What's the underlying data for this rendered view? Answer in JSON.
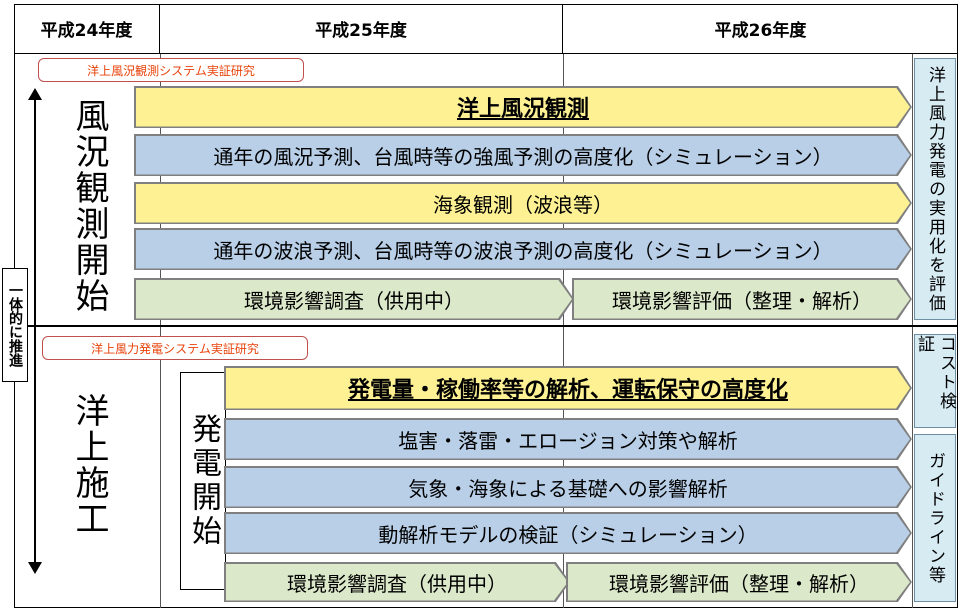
{
  "header": {
    "years": [
      "平成24年度",
      "平成25年度",
      "平成26年度"
    ]
  },
  "side_label": "一体的に推進",
  "section1": {
    "tag": "洋上風況観測システム実証研究",
    "title": "風況観測開始",
    "arrows": [
      {
        "text": "洋上風況観測",
        "color": "yellow",
        "emphasis": true
      },
      {
        "text": "通年の風況予測、台風時等の強風予測の高度化（シミュレーション）",
        "color": "blue"
      },
      {
        "text": "海象観測（波浪等）",
        "color": "yellow"
      },
      {
        "text": "通年の波浪予測、台風時等の波浪予測の高度化（シミュレーション）",
        "color": "blue"
      },
      {
        "text": "環境影響調査（供用中）",
        "color": "green"
      },
      {
        "text": "環境影響評価（整理・解析）",
        "color": "green"
      }
    ],
    "result": "洋上風力発電の実用化を評価"
  },
  "section2": {
    "tag": "洋上風力発電システム実証研究",
    "title": "洋上施工",
    "start_label": "発電開始",
    "arrows": [
      {
        "text": "発電量・稼働率等の解析、運転保守の高度化",
        "color": "yellow",
        "emphasis": true
      },
      {
        "text": "塩害・落雷・エロージョン対策や解析",
        "color": "blue"
      },
      {
        "text": "気象・海象による基礎への影響解析",
        "color": "blue"
      },
      {
        "text": "動解析モデルの検証（シミュレーション）",
        "color": "blue"
      },
      {
        "text": "環境影響調査（供用中）",
        "color": "green"
      },
      {
        "text": "環境影響評価（整理・解析）",
        "color": "green"
      }
    ],
    "results": [
      "コスト検証",
      "ガイドライン等"
    ]
  },
  "colors": {
    "yellow": "#fdf194",
    "blue": "#b8cfe7",
    "green": "#dbe8c9",
    "tag_text": "#e8420a",
    "result_box": "#d7ebf3"
  }
}
